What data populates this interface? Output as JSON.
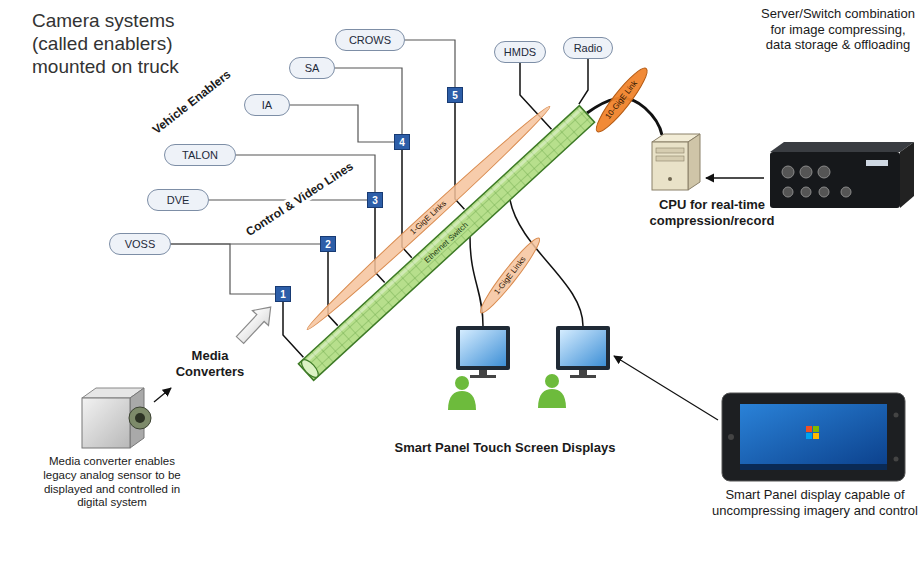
{
  "diagram": {
    "nodes": [
      {
        "text": [
          "CROWS"
        ]
      },
      {
        "text": [
          "SA"
        ]
      },
      {
        "text": [
          "IA"
        ]
      },
      {
        "text": [
          "TALON"
        ]
      },
      {
        "text": [
          "DVE"
        ]
      },
      {
        "text": [
          "VOSS"
        ]
      },
      {
        "text": [
          "HMDS"
        ]
      },
      {
        "text": [
          "Radio"
        ]
      },
      {
        "text": [
          "5"
        ]
      },
      {
        "text": [
          "4"
        ]
      },
      {
        "text": [
          "3"
        ]
      },
      {
        "text": [
          "2"
        ]
      },
      {
        "text": [
          "1"
        ]
      },
      {
        "text": [
          "Ethernet Switch"
        ]
      },
      {
        "text": [
          "1-GigE Links"
        ]
      },
      {
        "text": [
          "1-GigE Links"
        ]
      },
      {
        "text": [
          "10-GigE Link"
        ]
      }
    ],
    "edges": [
      {
        "from": 0,
        "to": 8,
        "arrow": "none"
      },
      {
        "from": 1,
        "to": 9,
        "arrow": "none"
      },
      {
        "from": 2,
        "to": 9,
        "arrow": "none"
      },
      {
        "from": 3,
        "to": 10,
        "arrow": "none"
      },
      {
        "from": 4,
        "to": 10,
        "arrow": "none"
      },
      {
        "from": 5,
        "to": 11,
        "arrow": "none"
      },
      {
        "from": 5,
        "to": 12,
        "arrow": "none"
      },
      {
        "from": 8,
        "to": 13,
        "arrow": "none"
      },
      {
        "from": 9,
        "to": 13,
        "arrow": "none"
      },
      {
        "from": 10,
        "to": 13,
        "arrow": "none"
      },
      {
        "from": 11,
        "to": 13,
        "arrow": "none"
      },
      {
        "from": 12,
        "to": 13,
        "arrow": "none"
      },
      {
        "from": 6,
        "to": 13,
        "arrow": "none"
      },
      {
        "from": 7,
        "to": 13,
        "arrow": "none"
      }
    ],
    "labels": [
      "Camera systems (called enablers) mounted on truck",
      "Vehicle Enablers",
      "Control & Video Lines",
      "Media Converters",
      "Server/Switch combination for image compressing, data storage & offloading",
      "CPU for real-time compression/record",
      "Smart Panel Touch Screen Displays",
      "Media converter enables legacy analog sensor to be displayed and controlled in digital system",
      "Smart Panel display capable of uncompressing imagery and control"
    ]
  }
}
